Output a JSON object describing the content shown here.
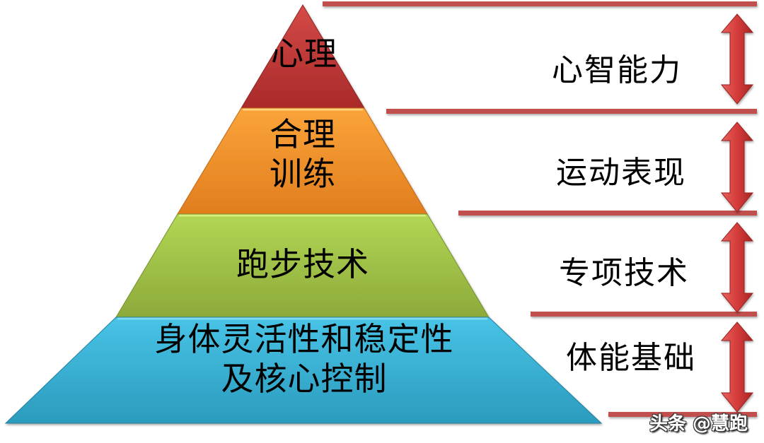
{
  "diagram": {
    "type": "pyramid",
    "layers": [
      {
        "label": "心理",
        "color_top": "#d44a46",
        "color_bottom": "#a92a2a",
        "side_label": "心智能力"
      },
      {
        "label": "合理\n训练",
        "color_top": "#fba43a",
        "color_bottom": "#e07d1e",
        "side_label": "运动表现"
      },
      {
        "label": "跑步技术",
        "color_top": "#b2d655",
        "color_bottom": "#8caa3a",
        "side_label": "专项技术"
      },
      {
        "label": "身体灵活性和稳定性\n及核心控制",
        "color_top": "#48c3e6",
        "color_bottom": "#2b9bbd",
        "side_label": "体能基础"
      }
    ],
    "divider_color": "#c0504d",
    "arrow_color": "#d43c3a",
    "arrow_icon": "double-headed-vertical-arrow"
  },
  "watermark": "头条 @慧跑"
}
